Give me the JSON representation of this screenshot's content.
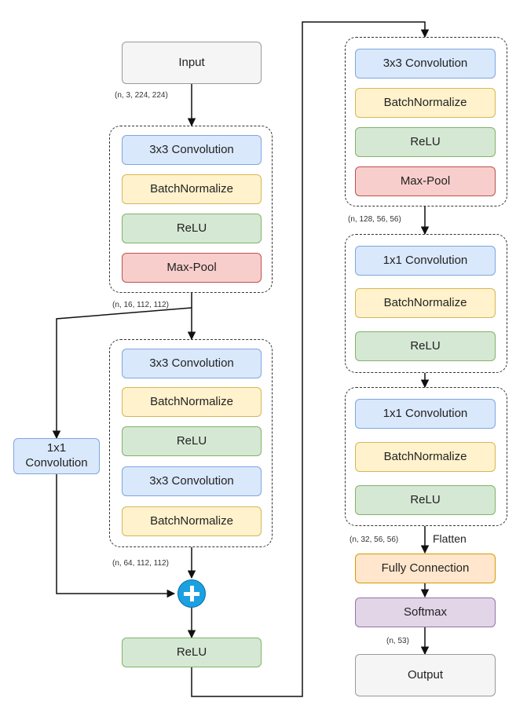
{
  "left": {
    "input": "Input",
    "input_shape": "(n, 3, 224, 224)",
    "block1": [
      "3x3 Convolution",
      "BatchNormalize",
      "ReLU",
      "Max-Pool"
    ],
    "block1_shape": "(n, 16, 112, 112)",
    "block2": [
      "3x3 Convolution",
      "BatchNormalize",
      "ReLU",
      "3x3 Convolution",
      "BatchNormalize"
    ],
    "shortcut": "1x1\nConvolution",
    "block2_shape": "(n, 64, 112, 112)",
    "relu": "ReLU"
  },
  "right": {
    "block3": [
      "3x3 Convolution",
      "BatchNormalize",
      "ReLU",
      "Max-Pool"
    ],
    "block3_shape": "(n, 128, 56, 56)",
    "block4": [
      "1x1 Convolution",
      "BatchNormalize",
      "ReLU"
    ],
    "block5": [
      "1x1 Convolution",
      "BatchNormalize",
      "ReLU"
    ],
    "block5_shape": "(n, 32, 56, 56)",
    "flatten": "Flatten",
    "fc": "Fully Connection",
    "softmax": "Softmax",
    "softmax_shape": "(n, 53)",
    "output": "Output"
  },
  "colors": {
    "convolution": "#dae8fc",
    "batchnormalize": "#fff2cc",
    "relu": "#d5e8d4",
    "maxpool": "#f8cecc",
    "io": "#f5f5f5",
    "fully_connection": "#ffe6cc",
    "softmax": "#e1d5e7",
    "add": "#1ba1e2"
  }
}
